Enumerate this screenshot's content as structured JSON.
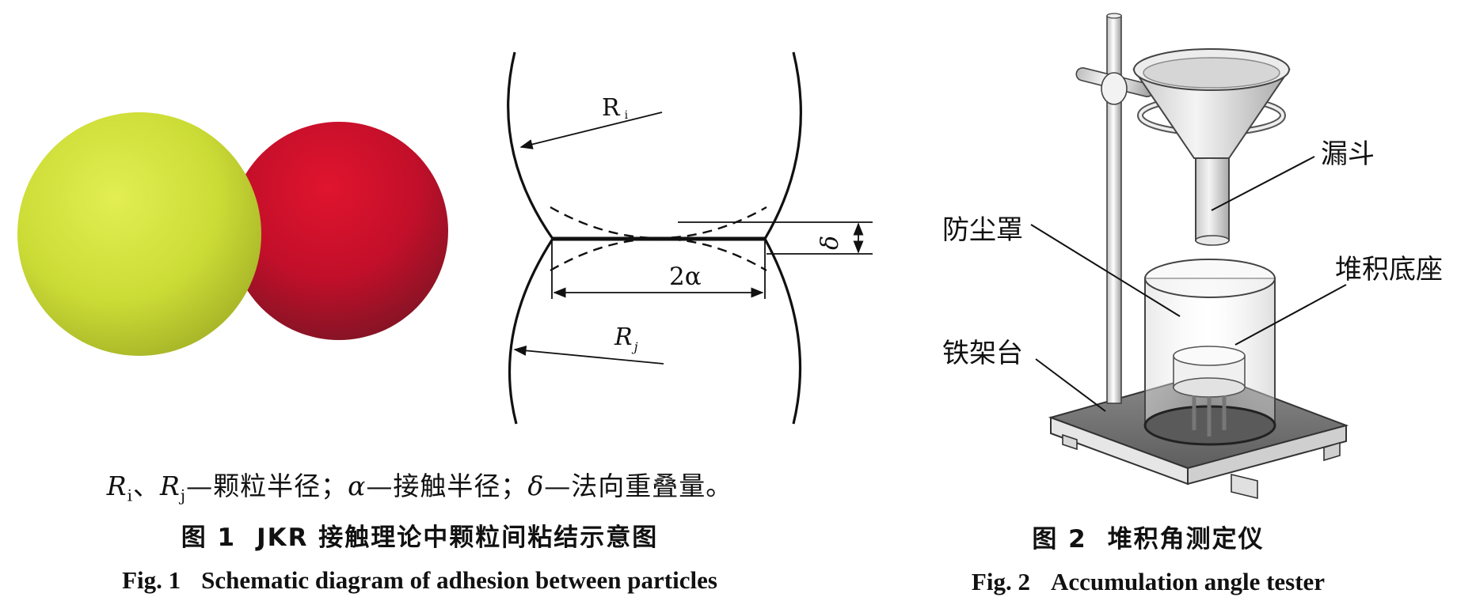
{
  "fig1": {
    "label_Ri_main": "R",
    "label_Ri_sub": "i",
    "label_Rj_main": "R",
    "label_Rj_sub": "j",
    "label_delta": "δ",
    "label_2a": "2α",
    "legend": {
      "ri": "R",
      "ri_sub": "i",
      "sep": "、",
      "rj": "R",
      "rj_sub": "j",
      "t1": "—颗粒半径；",
      "alpha": "α",
      "t2": "—接触半径；",
      "delta": "δ",
      "t3": "—法向重叠量。"
    },
    "caption_cn_num": "图 1",
    "caption_cn_text": "JKR 接触理论中颗粒间粘结示意图",
    "caption_en_num": "Fig. 1",
    "caption_en_text": "Schematic diagram of adhesion between particles"
  },
  "fig2": {
    "label_funnel": "漏斗",
    "label_dust_cover": "防尘罩",
    "label_base": "堆积底座",
    "label_iron_stand": "铁架台",
    "caption_cn_num": "图 2",
    "caption_cn_text": "堆积角测定仪",
    "caption_en_num": "Fig. 2",
    "caption_en_text": "Accumulation angle tester"
  },
  "colors": {
    "sphere_yellow": "#d4e23a",
    "sphere_red": "#c8102e"
  }
}
